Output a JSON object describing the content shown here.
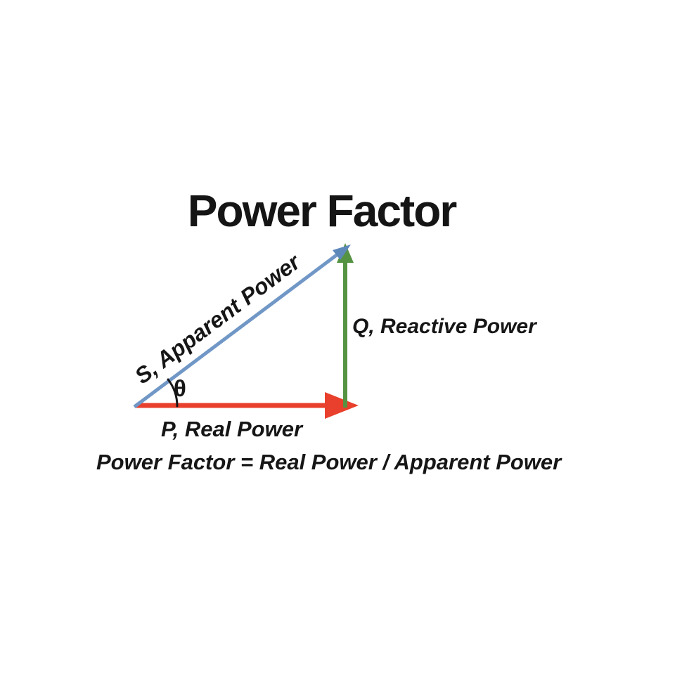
{
  "title": "Power Factor",
  "triangle": {
    "hypotenuse_label": "S, Apparent Power",
    "vertical_label": "Q, Reactive Power",
    "horizontal_label": "P, Real Power",
    "angle_symbol": "θ"
  },
  "formula": "Power Factor = Real Power / Apparent Power",
  "colors": {
    "apparent_power_blue": "#7097c6",
    "apparent_power_blue_dark": "#5d88ba",
    "reactive_power_green": "#559343",
    "real_power_red": "#e8402c",
    "ink_black": "#161616"
  }
}
